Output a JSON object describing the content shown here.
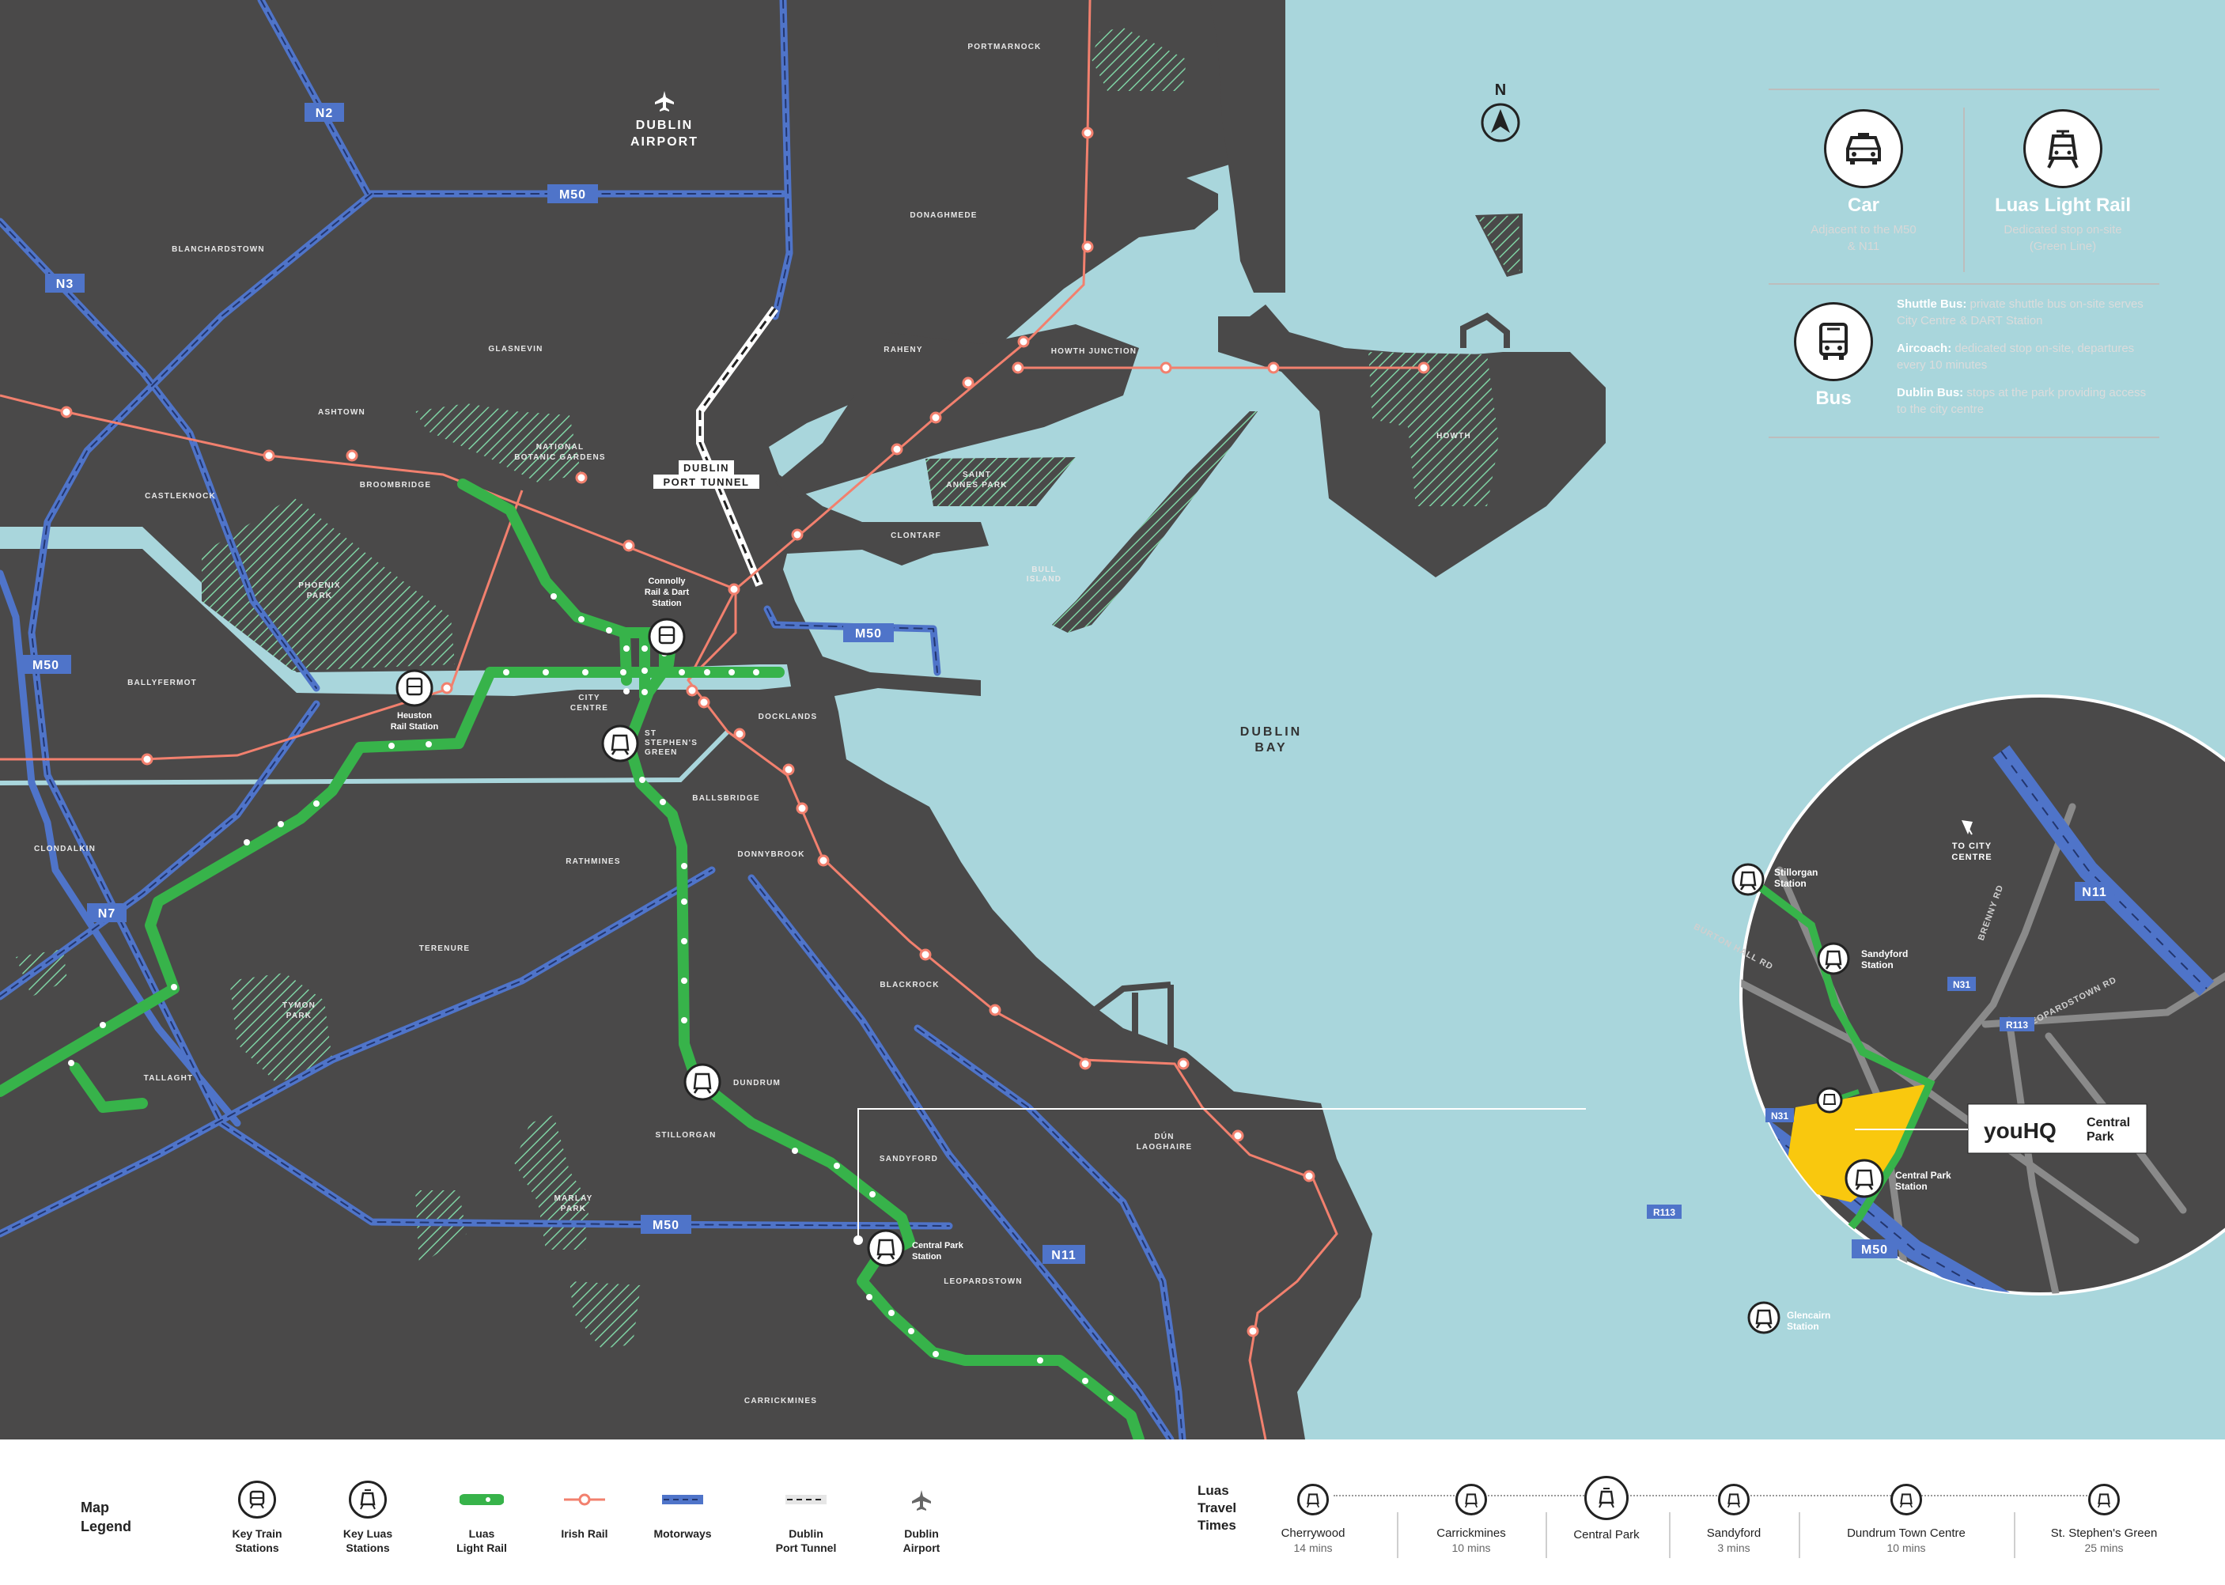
{
  "map": {
    "compass": "N",
    "airport_label": [
      "DUBLIN",
      "AIRPORT"
    ],
    "port_tunnel_label": [
      "DUBLIN",
      "PORT TUNNEL"
    ],
    "bay_label": [
      "DUBLIN",
      "BAY"
    ],
    "areas": [
      "PORTMARNOCK",
      "DONAGHMEDE",
      "BLANCHARDSTOWN",
      "RAHENY",
      "HOWTH JUNCTION",
      "GLASNEVIN",
      "ASHTOWN",
      "NATIONAL",
      "BOTANIC GARDENS",
      "CASTLEKNOCK",
      "BROOMBRIDGE",
      "SAINT",
      "ANNES PARK",
      "HOWTH",
      "CLONTARF",
      "BULL",
      "ISLAND",
      "PHOENIX",
      "PARK",
      "BALLYFERMOT",
      "CITY",
      "CENTRE",
      "DOCKLANDS",
      "ST",
      "STEPHEN'S",
      "GREEN",
      "BALLSBRIDGE",
      "CLONDALKIN",
      "RATHMINES",
      "DONNYBROOK",
      "TERENURE",
      "BLACKROCK",
      "TYMON",
      "PARK",
      "TALLAGHT",
      "DUNDRUM",
      "STILLORGAN",
      "SANDYFORD",
      "DÚN",
      "LAOGHAIRE",
      "MARLAY",
      "PARK",
      "LEOPARDSTOWN",
      "CARRICKMINES"
    ],
    "stations": {
      "connolly": [
        "Connolly",
        "Rail & Dart",
        "Station"
      ],
      "heuston": [
        "Heuston",
        "Rail Station"
      ],
      "central_park": [
        "Central Park",
        "Station"
      ]
    },
    "road_shields": [
      "N2",
      "M50",
      "N3",
      "M50",
      "M50",
      "N7",
      "M50",
      "N11"
    ]
  },
  "inset": {
    "to_city_centre": [
      "TO CITY",
      "CENTRE"
    ],
    "stations": [
      "Stillorgan",
      "Station",
      "Sandyford",
      "Station",
      "Central Park",
      "Station",
      "Glencairn",
      "Station"
    ],
    "roads": [
      "BURTON HALL RD",
      "BRENNY RD",
      "LEOPARDSTOWN RD"
    ],
    "shields": [
      "N11",
      "N31",
      "R113",
      "N31",
      "R113",
      "M50"
    ],
    "brand": {
      "logo": "youHQ",
      "name": [
        "Central",
        "Park"
      ]
    }
  },
  "transport": {
    "car": {
      "title": "Car",
      "desc": [
        "Adjacent to the M50",
        "& N11"
      ],
      "icon": "car-icon"
    },
    "luas": {
      "title": "Luas Light Rail",
      "desc": [
        "Dedicated stop on-site",
        "(Green Line)"
      ],
      "icon": "tram-icon"
    },
    "bus": {
      "title": "Bus",
      "icon": "bus-icon",
      "notes": [
        {
          "label": "Shuttle Bus:",
          "text": " private shuttle bus on-site serves City Centre & DART Station"
        },
        {
          "label": "Aircoach:",
          "text": " dedicated stop on-site, departures every 10 minutes"
        },
        {
          "label": "Dublin Bus:",
          "text": " stops at the park providing access to the city centre"
        }
      ]
    }
  },
  "legend": {
    "title": [
      "Map",
      "Legend"
    ],
    "items": [
      {
        "label": [
          "Key Train",
          "Stations"
        ],
        "icon": "train-icon"
      },
      {
        "label": [
          "Key Luas",
          "Stations"
        ],
        "icon": "tram-icon"
      },
      {
        "label": [
          "Luas",
          "Light Rail"
        ],
        "icon": "luas-line-icon"
      },
      {
        "label": [
          "Irish Rail",
          ""
        ],
        "icon": "rail-line-icon"
      },
      {
        "label": [
          "Motorways",
          ""
        ],
        "icon": "motorway-icon"
      },
      {
        "label": [
          "Dublin",
          "Port Tunnel"
        ],
        "icon": "tunnel-icon"
      },
      {
        "label": [
          "Dublin",
          "Airport"
        ],
        "icon": "airplane-icon"
      }
    ],
    "times_title": [
      "Luas",
      "Travel",
      "Times"
    ],
    "times": [
      {
        "name": "Cherrywood",
        "time": "14 mins"
      },
      {
        "name": "Carrickmines",
        "time": "10 mins"
      },
      {
        "name": "Central Park",
        "time": ""
      },
      {
        "name": "Sandyford",
        "time": "3 mins"
      },
      {
        "name": "Dundrum Town Centre",
        "time": "10 mins"
      },
      {
        "name": "St. Stephen's Green",
        "time": "25 mins"
      }
    ]
  },
  "colors": {
    "land": "#4a4949",
    "sea": "#a9d6dc",
    "luas": "#37b34a",
    "rail": "#f2806e",
    "motorway": "#4f74c9",
    "highlight": "#f9c80e"
  }
}
